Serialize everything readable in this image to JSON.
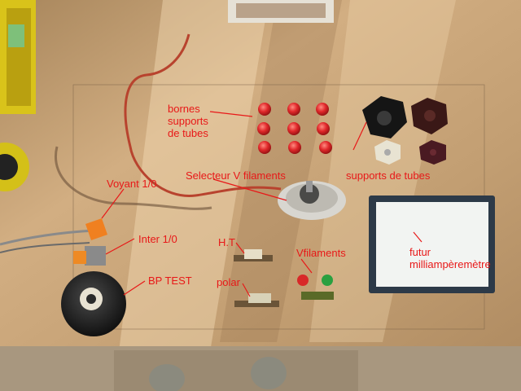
{
  "labels": {
    "bornes": "bornes",
    "supports": "supports",
    "de_tubes": "de tubes",
    "supports_de_tubes": "supports de tubes",
    "selecteur": "Selecteur V filaments",
    "voyant": "Voyant 1/0",
    "inter": "Inter 1/0",
    "bp_test": "BP TEST",
    "ht": "H.T",
    "polar": "polar",
    "vfilaments": "Vfilaments",
    "futur": "futur",
    "milliamperemetre": "milliampèremètre"
  },
  "colors": {
    "board": "#c9a67c",
    "floor": "#b9a994",
    "label": "#e81818",
    "jack_red": "#e0282a",
    "meter_frame": "#2d3a48"
  }
}
